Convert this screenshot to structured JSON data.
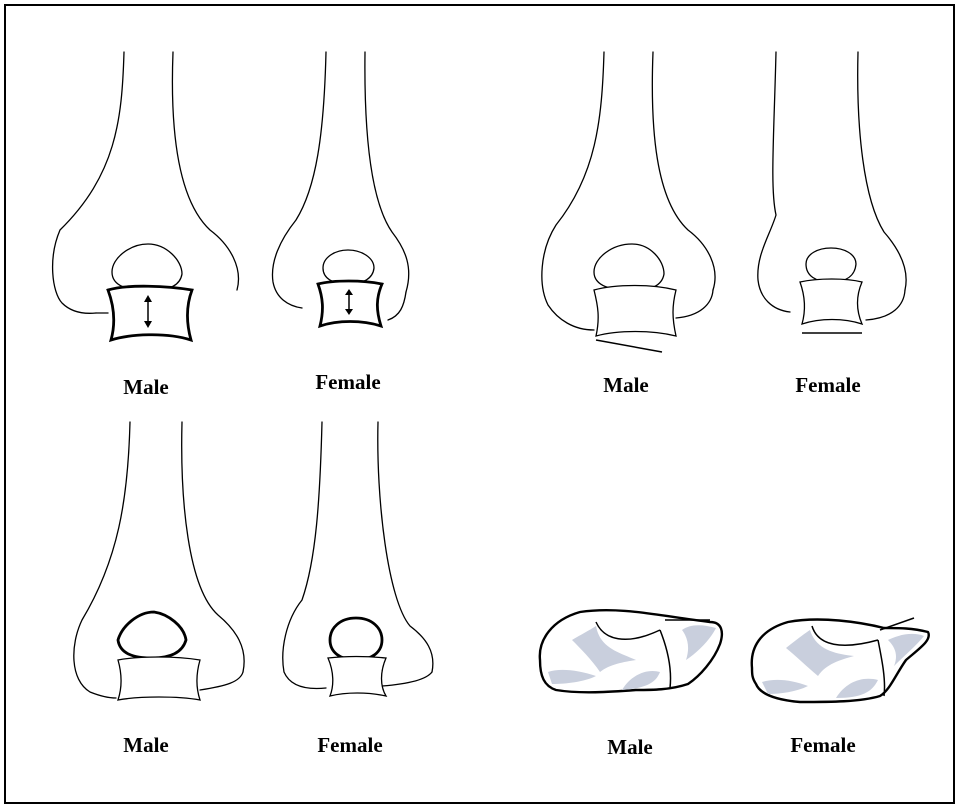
{
  "colors": {
    "stroke": "#000000",
    "background": "#ffffff",
    "fossa_shading": "#c9cfdd"
  },
  "panels": [
    {
      "id": "top-left",
      "labels": [
        "Male",
        "Female"
      ]
    },
    {
      "id": "top-right",
      "labels": [
        "Male",
        "Female"
      ]
    },
    {
      "id": "bottom-left",
      "labels": [
        "Male",
        "Female"
      ]
    },
    {
      "id": "bottom-right",
      "labels": [
        "Male",
        "Female"
      ]
    }
  ]
}
